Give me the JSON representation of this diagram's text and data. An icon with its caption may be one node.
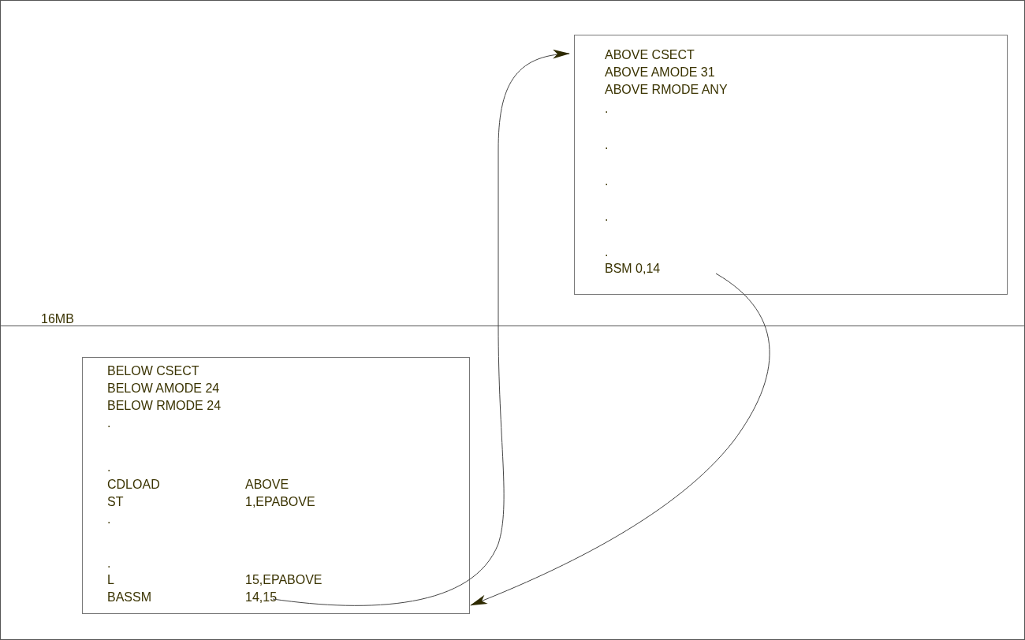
{
  "diagram": {
    "nodes": [
      {
        "text": [
          "ABOVE CSECT",
          "ABOVE AMODE 31",
          "ABOVE RMODE ANY",
          ".",
          ".",
          ".",
          ".",
          ".",
          "BSM 0,14"
        ]
      },
      {
        "text": [
          "BELOW CSECT",
          "BELOW AMODE 24",
          "BELOW RMODE 24",
          ".",
          ".",
          "CDLOAD",
          "ABOVE",
          "ST",
          "1,EPABOVE",
          ".",
          ".",
          "L",
          "15,EPABOVE",
          "BASSM",
          "14,15"
        ]
      }
    ],
    "edges": [
      {
        "from": 1,
        "to": 0,
        "arrow": "to"
      },
      {
        "from": 0,
        "to": 1,
        "arrow": "to"
      }
    ],
    "labels": [
      "16MB"
    ]
  }
}
